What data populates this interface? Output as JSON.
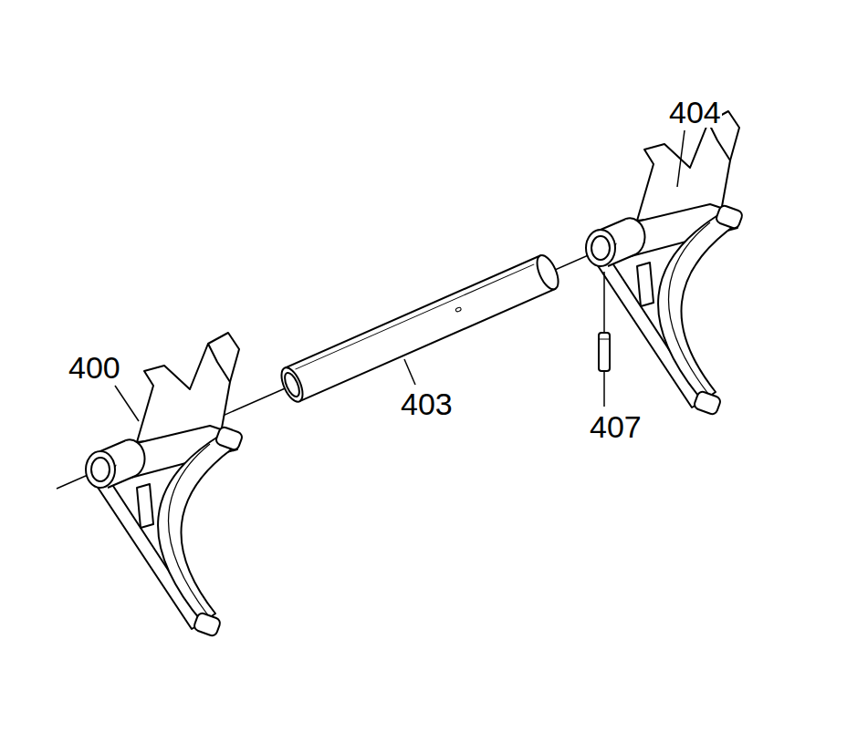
{
  "diagram": {
    "labels": [
      "404",
      "400",
      "403",
      "407"
    ]
  }
}
